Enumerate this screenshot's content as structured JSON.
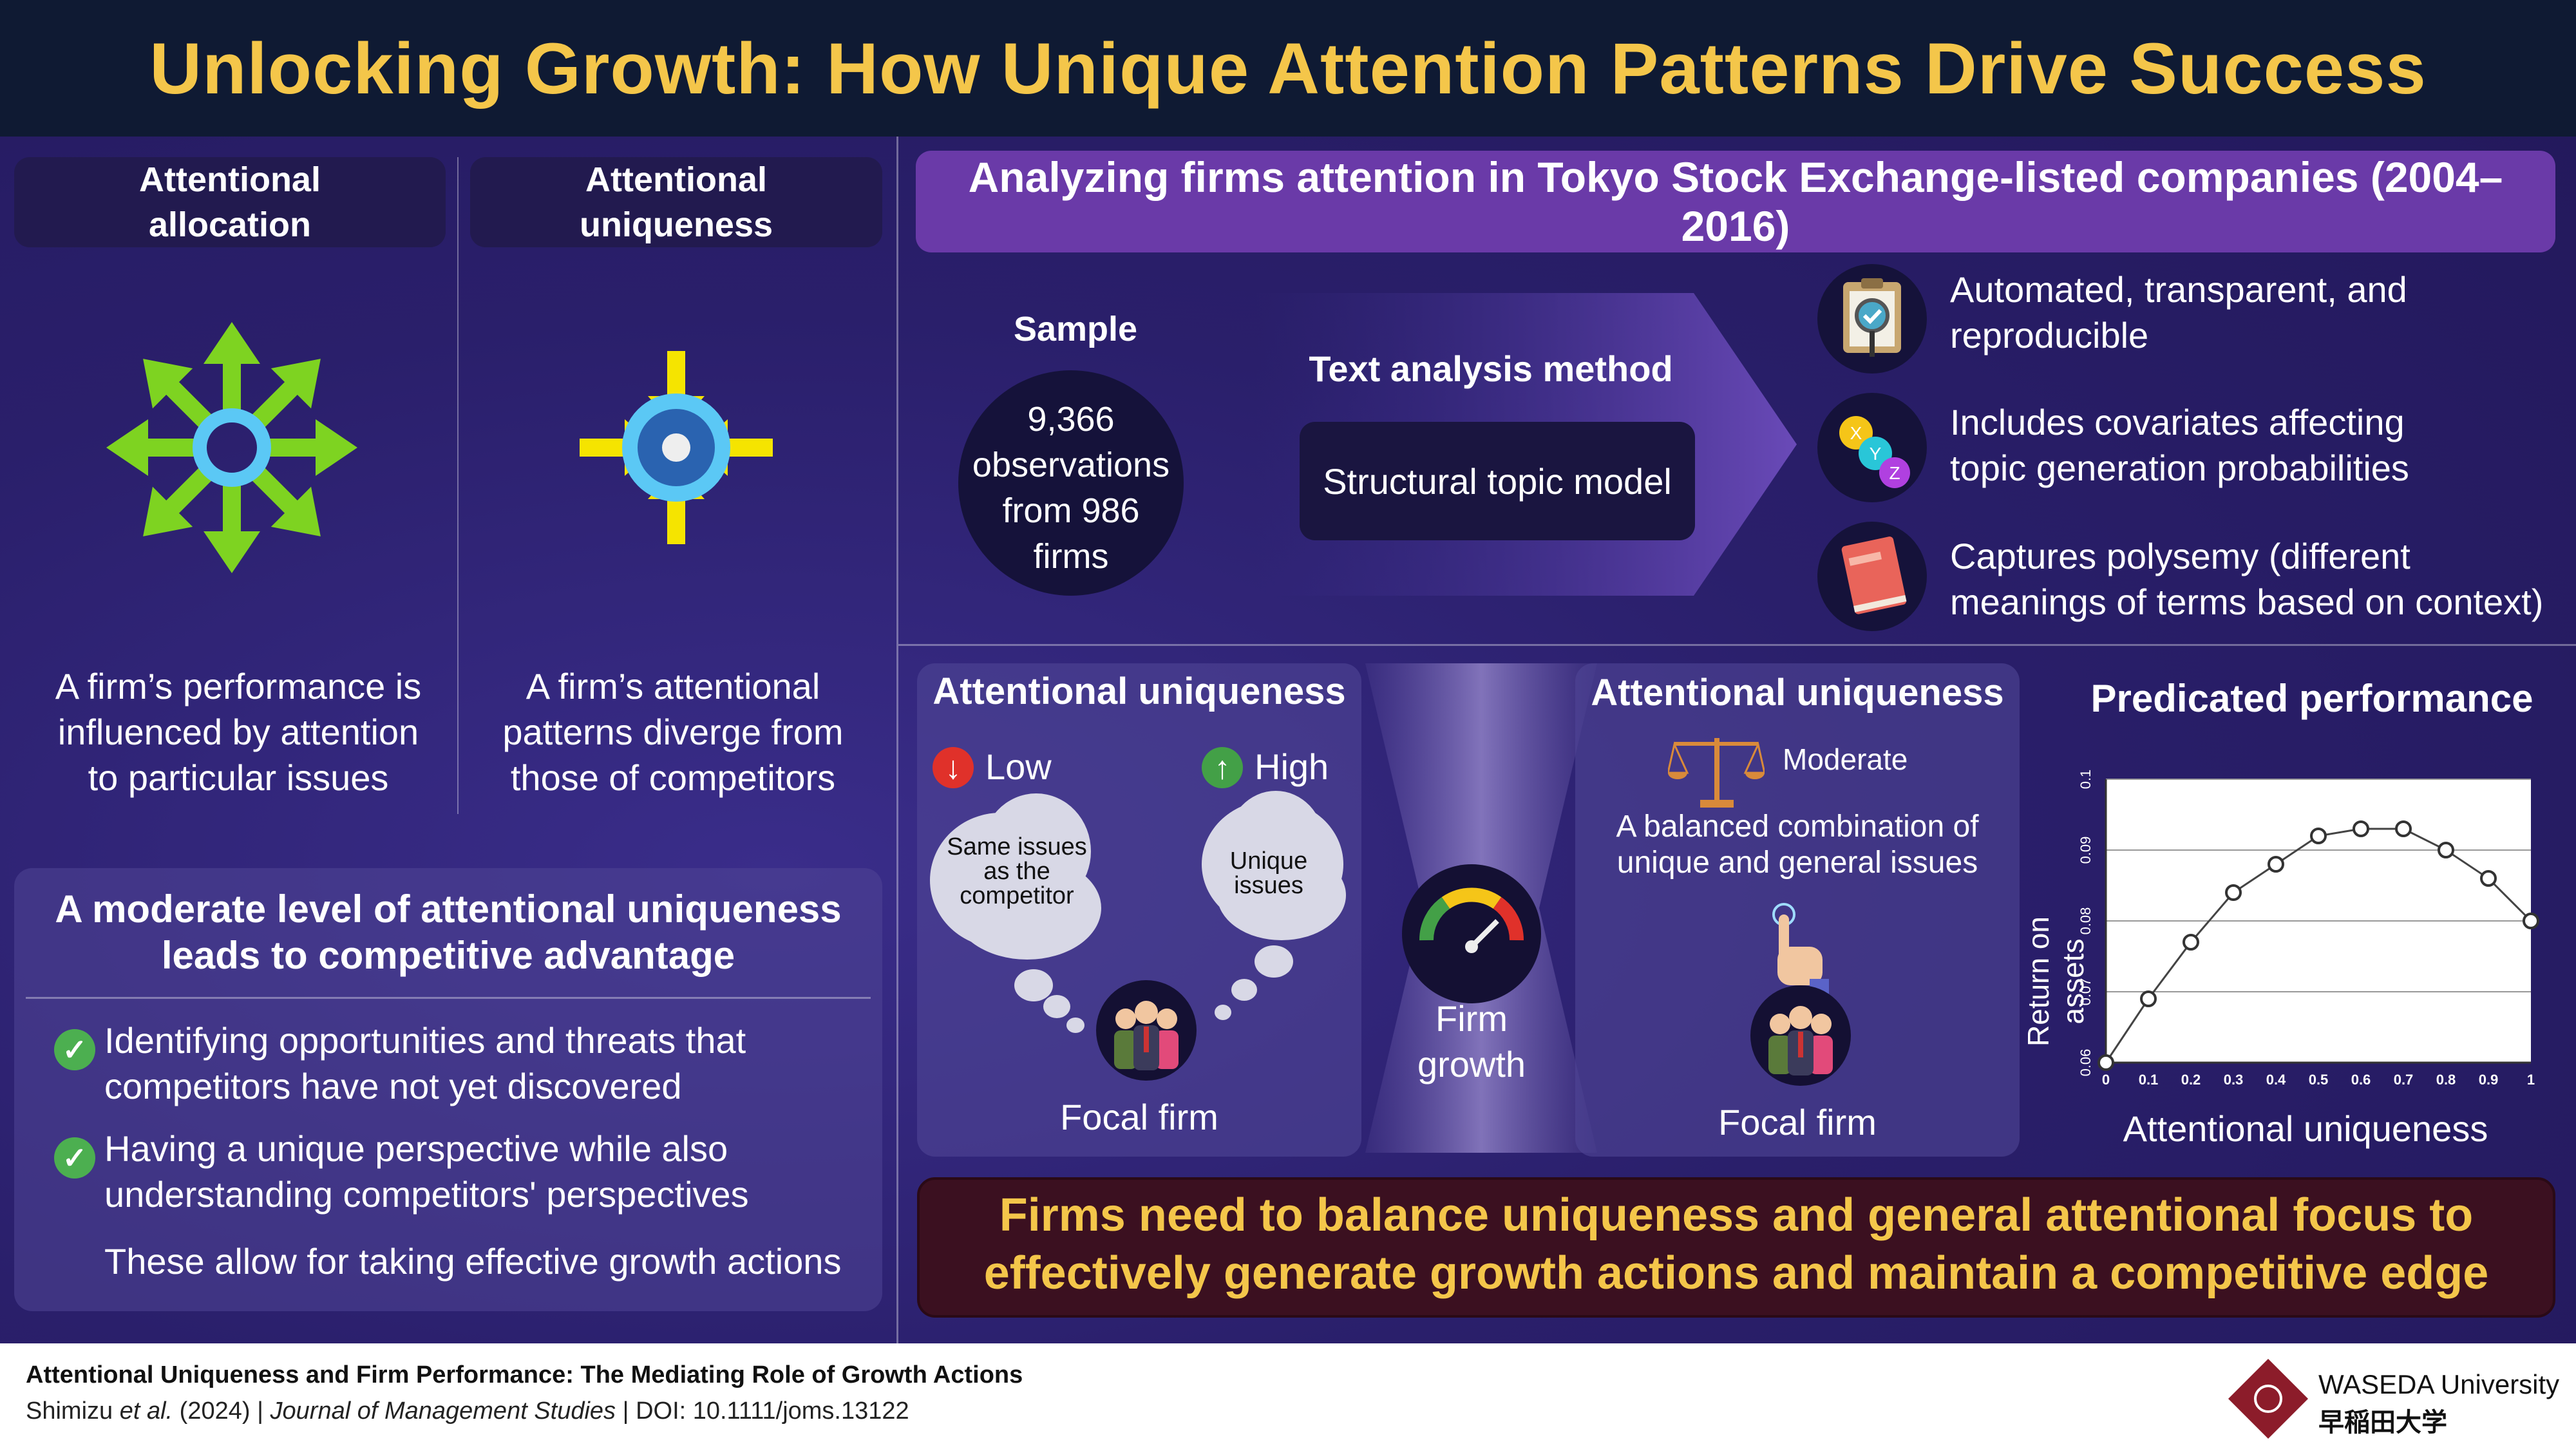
{
  "header": {
    "title": "Unlocking Growth: How Unique Attention Patterns Drive Success"
  },
  "left": {
    "allocation": {
      "title_line1": "Attentional",
      "title_line2": "allocation",
      "desc": [
        "A firm’s performance is",
        "influenced by attention",
        "to particular issues"
      ]
    },
    "uniqueness": {
      "title_line1": "Attentional",
      "title_line2": "uniqueness",
      "desc": [
        "A firm’s attentional",
        "patterns diverge from",
        "those of competitors"
      ]
    },
    "advantage": {
      "title_line1": "A moderate level of attentional uniqueness",
      "title_line2": "leads to competitive advantage",
      "points": [
        {
          "line1": "Identifying opportunities and threats that",
          "line2": "competitors have not yet discovered"
        },
        {
          "line1": "Having a unique perspective while also",
          "line2": "understanding competitors' perspectives"
        }
      ],
      "conclusion": "These allow for taking effective growth actions"
    }
  },
  "analysis": {
    "title": "Analyzing firms attention in Tokyo Stock Exchange-listed companies (2004–2016)",
    "sample_label": "Sample",
    "sample_lines": [
      "9,366",
      "observations",
      "from 986",
      "firms"
    ],
    "method_label": "Text analysis method",
    "method_value": "Structural topic model",
    "features": [
      {
        "icon": "clipboard-magnifier-icon",
        "line1": "Automated, transparent, and",
        "line2": "reproducible"
      },
      {
        "icon": "xyz-bubbles-icon",
        "line1": "Includes covariates affecting",
        "line2": "topic generation probabilities"
      },
      {
        "icon": "book-icon",
        "line1": "Captures polysemy (different",
        "line2": "meanings of terms based on context)"
      }
    ],
    "xyz": [
      "X",
      "Y",
      "Z"
    ]
  },
  "compare": {
    "left_title": "Attentional uniqueness",
    "low": "Low",
    "high": "High",
    "cloud_same": [
      "Same issues",
      "as the",
      "competitor"
    ],
    "cloud_unique": [
      "Unique",
      "issues"
    ],
    "focal_firm": "Focal firm",
    "growth_line1": "Firm",
    "growth_line2": "growth",
    "right_title": "Attentional uniqueness",
    "moderate": "Moderate",
    "balanced_line1": "A balanced combination of",
    "balanced_line2": "unique and general issues"
  },
  "chart_data": {
    "type": "line",
    "title": "Predicated performance",
    "xlabel": "Attentional uniqueness",
    "ylabel": "Return on assets",
    "x": [
      0,
      0.1,
      0.2,
      0.3,
      0.4,
      0.5,
      0.6,
      0.7,
      0.8,
      0.9,
      1
    ],
    "y": [
      0.06,
      0.069,
      0.077,
      0.084,
      0.088,
      0.092,
      0.093,
      0.093,
      0.09,
      0.086,
      0.08
    ],
    "xlim": [
      0,
      1
    ],
    "ylim": [
      0.06,
      0.1
    ],
    "xticks": [
      "0",
      "0.1",
      "0.2",
      "0.3",
      "0.4",
      "0.5",
      "0.6",
      "0.7",
      "0.8",
      "0.9",
      "1"
    ],
    "yticks": [
      "0.06",
      "0.07",
      "0.08",
      "0.09",
      "0.1"
    ],
    "grid": true
  },
  "banner": {
    "line1": "Firms need to balance uniqueness and general attentional focus to",
    "line2": "effectively generate growth actions and maintain a competitive edge"
  },
  "footer": {
    "paper_title": "Attentional Uniqueness and Firm Performance: The Mediating Role of Growth Actions",
    "authors": "Shimizu",
    "etal": "et al.",
    "year": "(2024)",
    "sep": "|",
    "journal": "Journal of Management Studies",
    "doi": "DOI: 10.1111/joms.13122",
    "university_en": "WASEDA University",
    "university_jp": "早稲田大学"
  },
  "colors": {
    "title_yellow": "#f4c64a",
    "arrow_green": "#7ed321",
    "arrow_yellow": "#f5e400",
    "ring_blue": "#5bc8f5",
    "banner_bg": "#3b1020"
  }
}
